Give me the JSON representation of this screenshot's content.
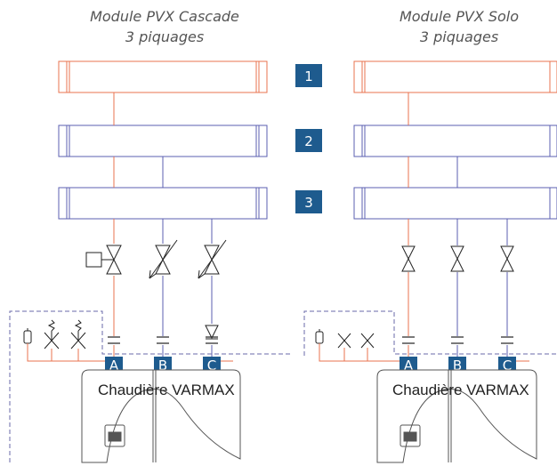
{
  "modules": [
    {
      "title_line1": "Module PVX Cascade",
      "title_line2": "3 piquages",
      "boiler_label": "Chaudière VARMAX",
      "ports": [
        "A",
        "B",
        "C"
      ]
    },
    {
      "title_line1": "Module PVX Solo",
      "title_line2": "3 piquages",
      "boiler_label": "Chaudière VARMAX",
      "ports": [
        "A",
        "B",
        "C"
      ]
    }
  ],
  "levels": [
    "1",
    "2",
    "3"
  ],
  "colors": {
    "red": "#e8734f",
    "blue": "#5b5fb0",
    "badge": "#1e5b8e",
    "dashed": "#6a6aa8",
    "grey": "#555555"
  }
}
